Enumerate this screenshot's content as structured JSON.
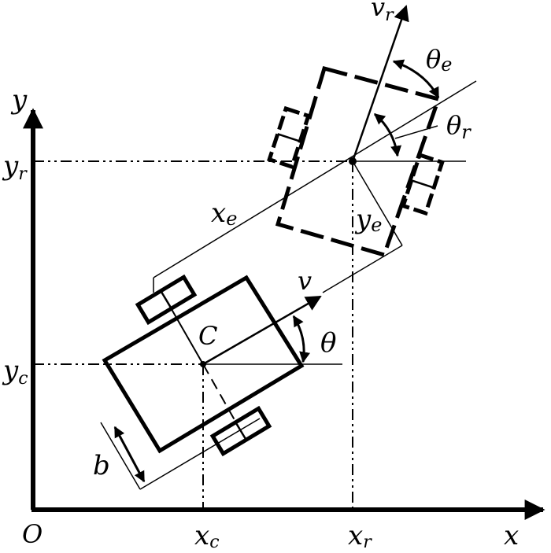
{
  "colors": {
    "ink": "#000000",
    "background": "#ffffff"
  },
  "labels": {
    "y_axis": "y",
    "x_axis": "x",
    "origin": "O",
    "yr_main": "y",
    "yr_sub": "r",
    "yc_main": "y",
    "yc_sub": "c",
    "xc_main": "x",
    "xc_sub": "c",
    "xr_main": "x",
    "xr_sub": "r",
    "vr_main": "v",
    "vr_sub": "r",
    "theta_e_main": "θ",
    "theta_e_sub": "e",
    "theta_r_main": "θ",
    "theta_r_sub": "r",
    "xe_main": "x",
    "xe_sub": "e",
    "ye_main": "y",
    "ye_sub": "e",
    "v": "v",
    "center": "C",
    "theta": "θ",
    "b": "b"
  }
}
